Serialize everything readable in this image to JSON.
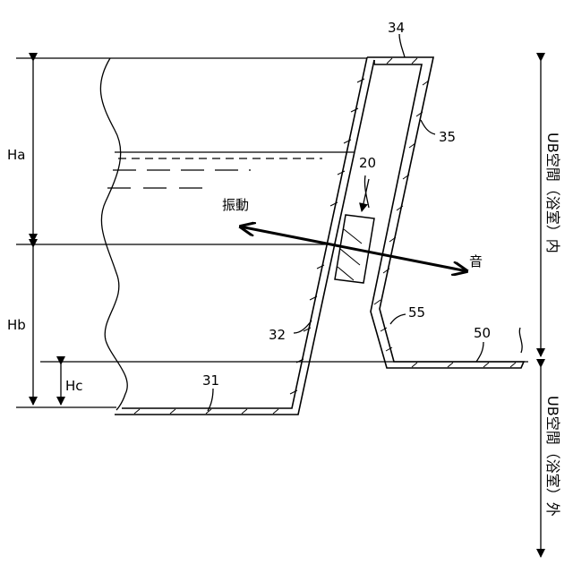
{
  "labels": {
    "ha": "Ha",
    "hb": "Hb",
    "hc": "Hc",
    "ref_31": "31",
    "ref_32": "32",
    "ref_34": "34",
    "ref_35": "35",
    "ref_20": "20",
    "ref_55": "55",
    "ref_50": "50",
    "vibration": "振動",
    "sound": "音",
    "inside": "UB空間（浴室）内",
    "outside": "UB空間（浴室）外"
  }
}
